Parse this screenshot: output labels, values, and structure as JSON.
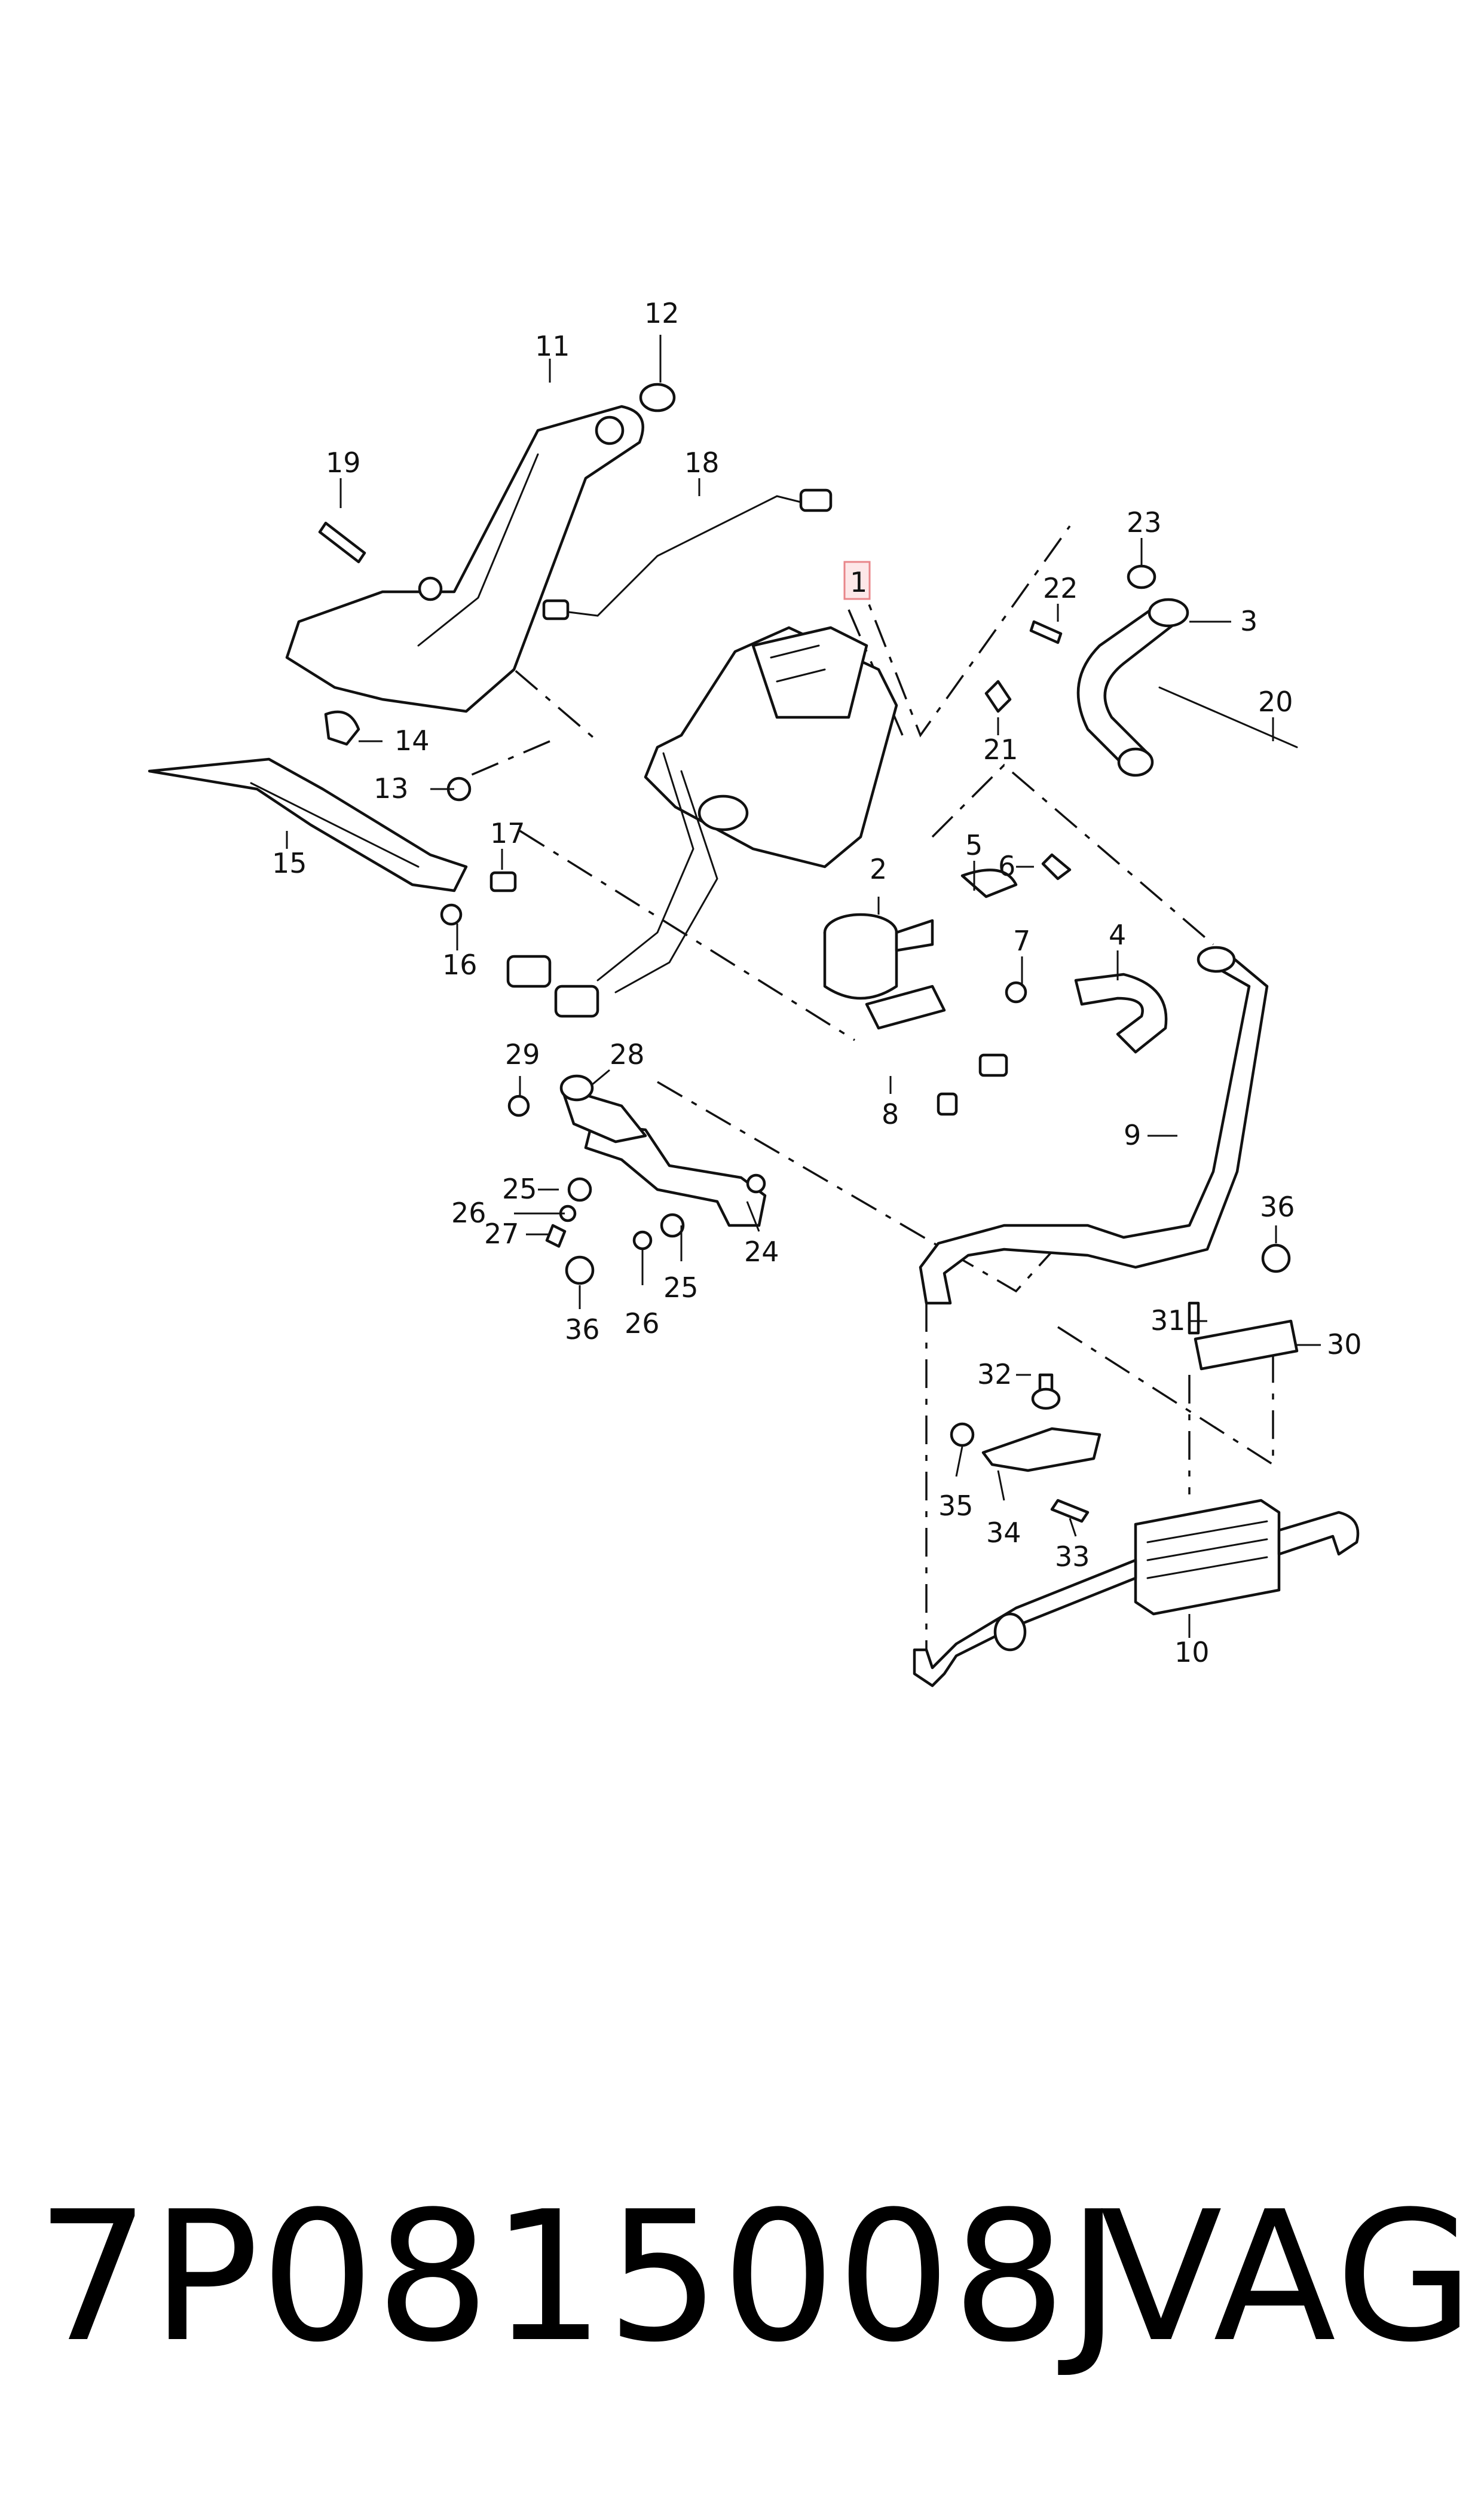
{
  "footer": {
    "part_number": "7P0815008J",
    "brand": "VAG"
  },
  "callouts": [
    "1",
    "2",
    "3",
    "4",
    "5",
    "6",
    "7",
    "8",
    "9",
    "10",
    "11",
    "12",
    "13",
    "14",
    "15",
    "16",
    "17",
    "18",
    "19",
    "20",
    "21",
    "22",
    "23",
    "24",
    "25",
    "25",
    "26",
    "26",
    "27",
    "28",
    "29",
    "30",
    "31",
    "32",
    "33",
    "34",
    "35",
    "36",
    "36"
  ],
  "highlight_color": "#e8868a",
  "highlighted_part": "1"
}
